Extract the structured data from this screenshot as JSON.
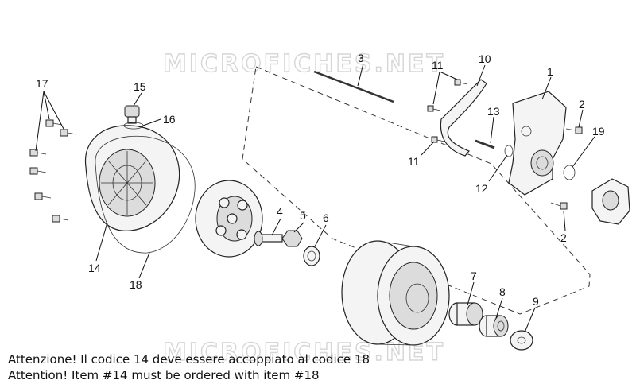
{
  "watermark": "MICROFICHES.NET",
  "notes": {
    "line_it": "Attenzione! Il codice 14 deve essere accoppiato al codice 18",
    "line_en": "Attention! Item #14 must be ordered with item #18"
  },
  "callouts": {
    "c1": "1",
    "c2a": "2",
    "c2b": "2",
    "c3": "3",
    "c4": "4",
    "c5": "5",
    "c6": "6",
    "c7": "7",
    "c8": "8",
    "c9": "9",
    "c10": "10",
    "c11a": "11",
    "c11b": "11",
    "c12": "12",
    "c13": "13",
    "c14": "14",
    "c15": "15",
    "c16": "16",
    "c17": "17",
    "c18": "18",
    "c19": "19"
  }
}
